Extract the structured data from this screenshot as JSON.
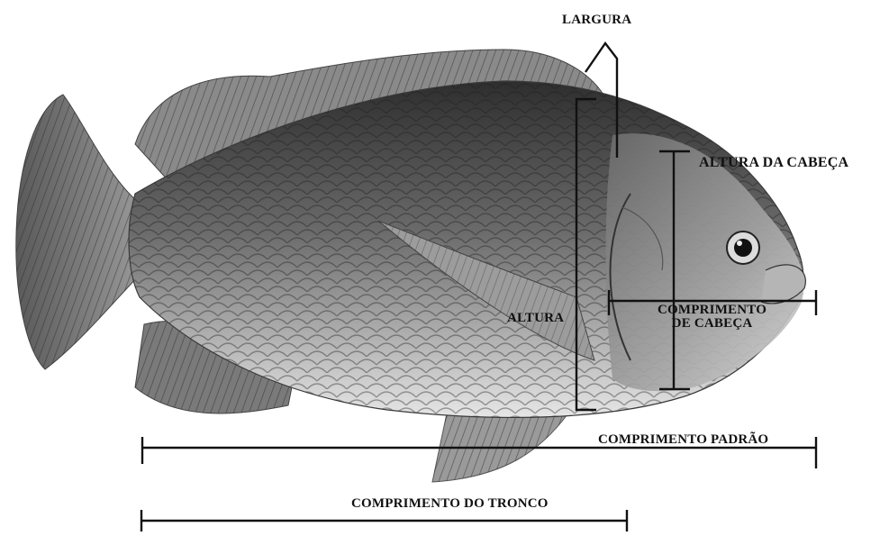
{
  "diagram": {
    "labels": {
      "largura": "LARGURA",
      "altura_da_cabeca": "ALTURA DA CABEÇA",
      "altura": "ALTURA",
      "comprimento_de_cabeca_line1": "COMPRIMENTO",
      "comprimento_de_cabeca_line2": "DE CABEÇA",
      "comprimento_padrao": "COMPRIMENTO PADRÃO",
      "comprimento_do_tronco": "COMPRIMENTO DO TRONCO"
    },
    "colors": {
      "ink": "#111111",
      "fish_dark": "#3a3a3a",
      "fish_mid": "#7a7a7a",
      "fish_light": "#c9c9c9",
      "background": "#ffffff"
    },
    "subject": "fish-photo-grayscale"
  }
}
